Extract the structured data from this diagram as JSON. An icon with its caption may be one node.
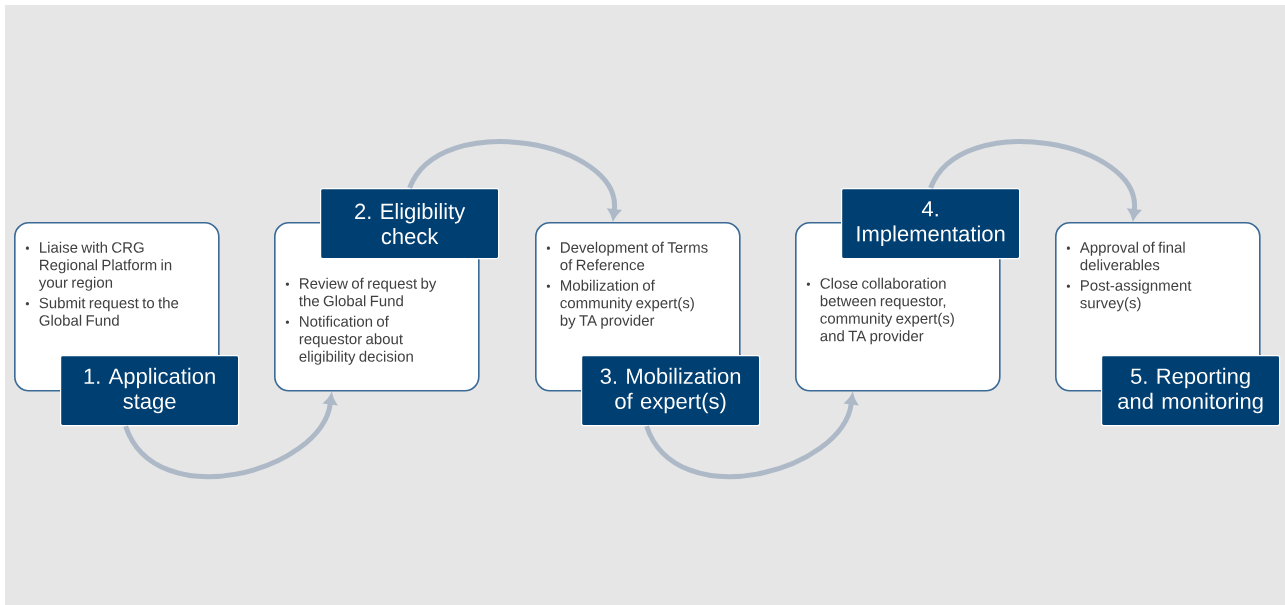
{
  "diagram": {
    "nodes": [
      {
        "text": [
          "Liaise with CRG Regional Platform in your region",
          "Submit request to the Global Fund"
        ]
      },
      {
        "text": [
          "1. Application stage"
        ]
      },
      {
        "text": [
          "Review of request by the Global Fund",
          "Notification of requestor about eligibility decision"
        ]
      },
      {
        "text": [
          "2. Eligibility check"
        ]
      },
      {
        "text": [
          "Development of Terms of Reference",
          "Mobilization of community expert(s) by TA provider"
        ]
      },
      {
        "text": [
          "3. Mobilization of expert(s)"
        ]
      },
      {
        "text": [
          "Close collaboration between requestor, community expert(s) and TA provider"
        ]
      },
      {
        "text": [
          "4. Implementation"
        ]
      },
      {
        "text": [
          "Approval of final deliverables",
          "Post-assignment survey(s)"
        ]
      },
      {
        "text": [
          "5. Reporting and monitoring"
        ]
      }
    ],
    "edges": [
      {
        "from": 1,
        "to": 2,
        "arrow": "to"
      },
      {
        "from": 3,
        "to": 4,
        "arrow": "to"
      },
      {
        "from": 5,
        "to": 6,
        "arrow": "to"
      },
      {
        "from": 7,
        "to": 8,
        "arrow": "to"
      }
    ]
  }
}
